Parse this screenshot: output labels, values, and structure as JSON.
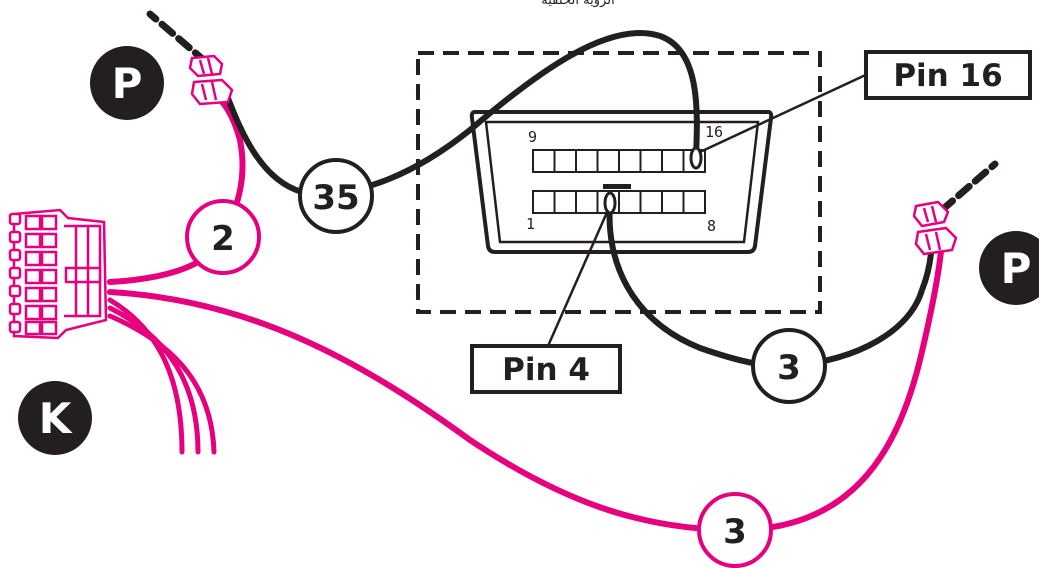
{
  "top_caption": "الروية الخلفية",
  "badges": {
    "p_left": "P",
    "p_right": "P",
    "k": "K"
  },
  "wire_numbers": {
    "black_left": "35",
    "pink_left": "2",
    "black_right": "3",
    "pink_bottom": "3"
  },
  "pin_callouts": {
    "pin16": "Pin 16",
    "pin4": "Pin 4"
  },
  "obd_port": {
    "upper_left_number": "9",
    "upper_right_number": "16",
    "lower_left_number": "1",
    "lower_right_number": "8"
  },
  "colors": {
    "black_wire": "#231f20",
    "pink_wire": "#e6007e",
    "background": "#ffffff"
  }
}
